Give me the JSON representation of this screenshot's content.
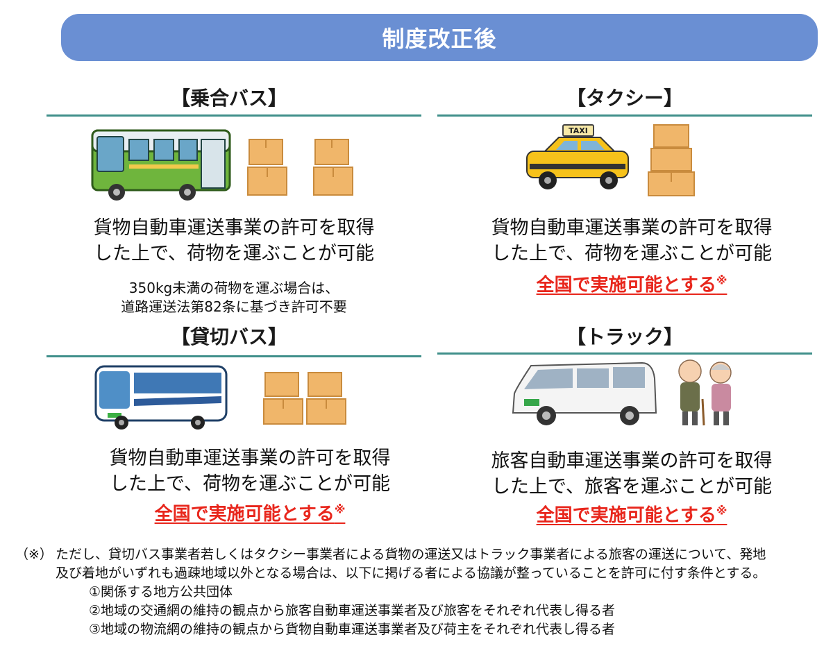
{
  "banner": {
    "title": "制度改正後"
  },
  "sections": {
    "route_bus": {
      "title": "【乗合バス】",
      "line1": "貨物自動車運送事業の許可を取得",
      "line2": "した上で、荷物を運ぶことが可能",
      "sub1": "350kg未満の荷物を運ぶ場合は、",
      "sub2": "道路運送法第82条に基づき許可不要"
    },
    "taxi": {
      "title": "【タクシー】",
      "line1": "貨物自動車運送事業の許可を取得",
      "line2": "した上で、荷物を運ぶことが可能",
      "highlight": "全国で実施可能とする",
      "mark": "※",
      "sign_text": "TAXI"
    },
    "charter_bus": {
      "title": "【貸切バス】",
      "line1": "貨物自動車運送事業の許可を取得",
      "line2": "した上で、荷物を運ぶことが可能",
      "highlight": "全国で実施可能とする",
      "mark": "※"
    },
    "truck": {
      "title": "【トラック】",
      "line1": "旅客自動車運送事業の許可を取得",
      "line2": "した上で、旅客を運ぶことが可能",
      "highlight": "全国で実施可能とする",
      "mark": "※"
    }
  },
  "notes": {
    "mark": "（※）",
    "line1": "ただし、貸切バス事業者若しくはタクシー事業者による貨物の運送又はトラック事業者による旅客の運送について、発地",
    "line2": "及び着地がいずれも過疎地域以外となる場合は、以下に掲げる者による協議が整っていることを許可に付す条件とする。",
    "items": [
      "①関係する地方公共団体",
      "②地域の交通網の維持の観点から旅客自動車運送事業者及び旅客をそれぞれ代表し得る者",
      "③地域の物流網の維持の観点から貨物自動車運送事業者及び荷主をそれぞれ代表し得る者"
    ]
  },
  "colors": {
    "banner": "#6a8fd3",
    "rule": "#3f8f8a",
    "highlight_red": "#e8261c",
    "box": "#f0b66a"
  }
}
